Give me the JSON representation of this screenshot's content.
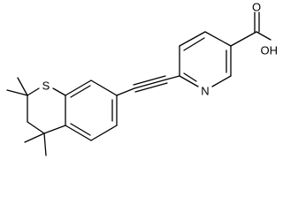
{
  "molecule": {
    "atoms": {
      "sulfur": "S",
      "nitrogen": "N",
      "carbonyl_oxygen": "O",
      "hydroxyl": "OH"
    },
    "colors": {
      "bond": "#000000",
      "label": "#000000",
      "background": "#ffffff"
    }
  }
}
